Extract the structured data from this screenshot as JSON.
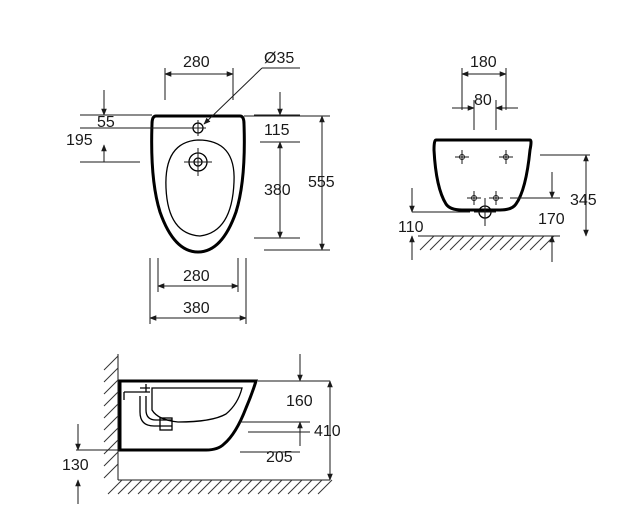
{
  "top_view": {
    "width_top": "280",
    "hole_diameter": "Ø35",
    "offset_55": "55",
    "offset_195": "195",
    "depth_115": "115",
    "depth_380": "380",
    "length_555": "555",
    "width_bottom_280": "280",
    "width_380": "380"
  },
  "front_view": {
    "width_180": "180",
    "width_80": "80",
    "height_345": "345",
    "height_110": "110",
    "height_170": "170"
  },
  "side_view": {
    "height_160": "160",
    "height_410": "410",
    "height_205": "205",
    "height_130": "130"
  }
}
